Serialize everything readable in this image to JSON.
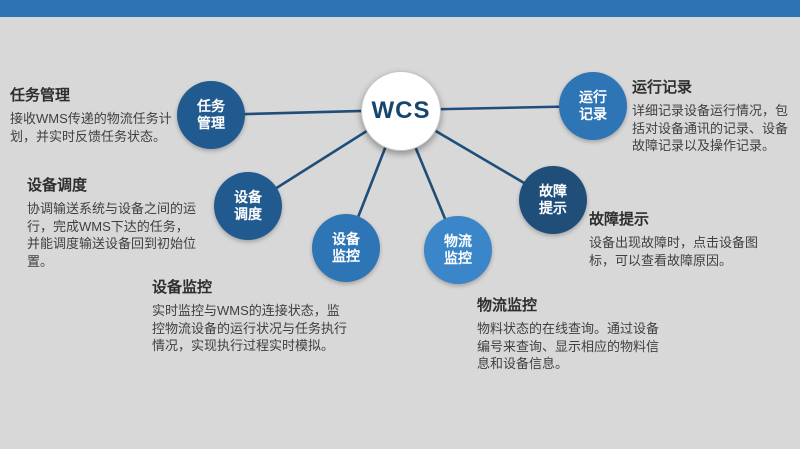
{
  "colors": {
    "background": "#d8d8d8",
    "top_bar": "#2e74b5",
    "connector": "#1f4e79",
    "center_label": "#17456e"
  },
  "center": {
    "label": "WCS"
  },
  "topics": [
    {
      "id": "task-management",
      "title": "任务管理",
      "node": {
        "line1": "任务",
        "line2": "管理",
        "color": "#215a8f"
      },
      "desc": "接收WMS传递的物流任务计划，并实时反馈任务状态。"
    },
    {
      "id": "device-scheduling",
      "title": "设备调度",
      "node": {
        "line1": "设备",
        "line2": "调度",
        "color": "#215a8f"
      },
      "desc": "协调输送系统与设备之间的运行，完成WMS下达的任务，并能调度输送设备回到初始位置。"
    },
    {
      "id": "device-monitoring",
      "title": "设备监控",
      "node": {
        "line1": "设备",
        "line2": "监控",
        "color": "#2e75b6"
      },
      "desc": "实时监控与WMS的连接状态，监控物流设备的运行状况与任务执行情况，实现执行过程实时模拟。"
    },
    {
      "id": "logistics-monitoring",
      "title": "物流监控",
      "node": {
        "line1": "物流",
        "line2": "监控",
        "color": "#3a86c8"
      },
      "desc": "物料状态的在线查询。通过设备编号来查询、显示相应的物料信息和设备信息。"
    },
    {
      "id": "fault-alert",
      "title": "故障提示",
      "node": {
        "line1": "故障",
        "line2": "提示",
        "color": "#1f4e79"
      },
      "desc": "设备出现故障时，点击设备图标，可以查看故障原因。"
    },
    {
      "id": "operation-record",
      "title": "运行记录",
      "node": {
        "line1": "运行",
        "line2": "记录",
        "color": "#2e75b6"
      },
      "desc": "详细记录设备运行情况，包括对设备通讯的记录、设备故障记录以及操作记录。"
    }
  ]
}
